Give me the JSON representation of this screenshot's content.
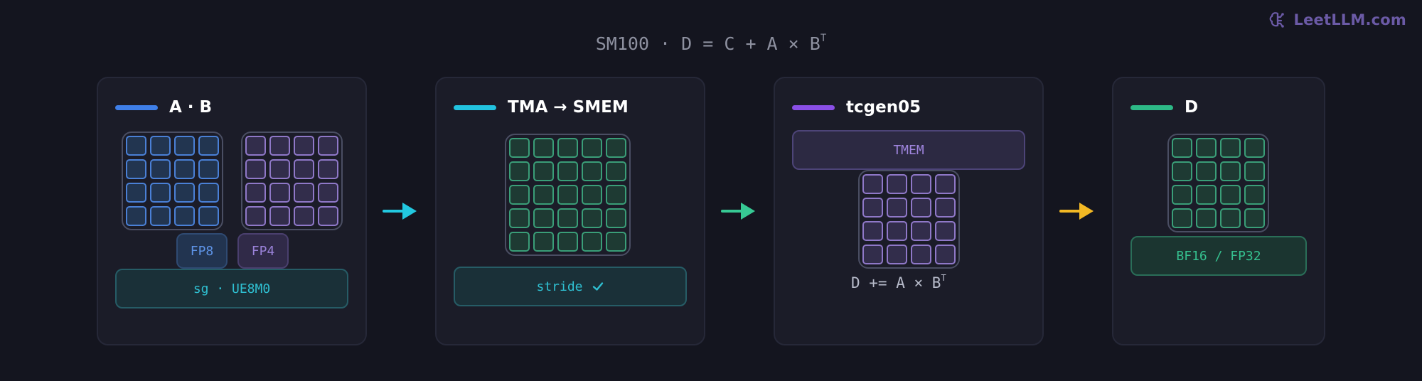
{
  "brand": {
    "text": "LeetLLM.com",
    "icon": "brain-icon"
  },
  "title": {
    "text": "SM100 · D = C + A × B",
    "superscript": "T"
  },
  "colors": {
    "blue": "#4a80d6",
    "cyan": "#22c8e0",
    "purple": "#8b4fe8",
    "green": "#2fb98a",
    "yellow": "#f2b824"
  },
  "panels": [
    {
      "label": "A · B",
      "accent": "#3f7fe8",
      "tags": [
        "FP8",
        "FP4"
      ],
      "footer": "sg · UE8M0"
    },
    {
      "label": "TMA → SMEM",
      "accent": "#22c2df",
      "footer": "stride",
      "footer_icon": "check-icon"
    },
    {
      "label": "tcgen05",
      "accent": "#8a4fe6",
      "memory": "TMEM",
      "equation": "D += A × B",
      "equation_sup": "T"
    },
    {
      "label": "D",
      "accent": "#2db987",
      "footer": "BF16 / FP32"
    }
  ],
  "arrows": [
    {
      "icon": "arrow-right-icon",
      "color": "#22c8e0"
    },
    {
      "icon": "arrow-right-icon",
      "color": "#37c994"
    },
    {
      "icon": "arrow-right-icon",
      "color": "#f2b824"
    }
  ]
}
